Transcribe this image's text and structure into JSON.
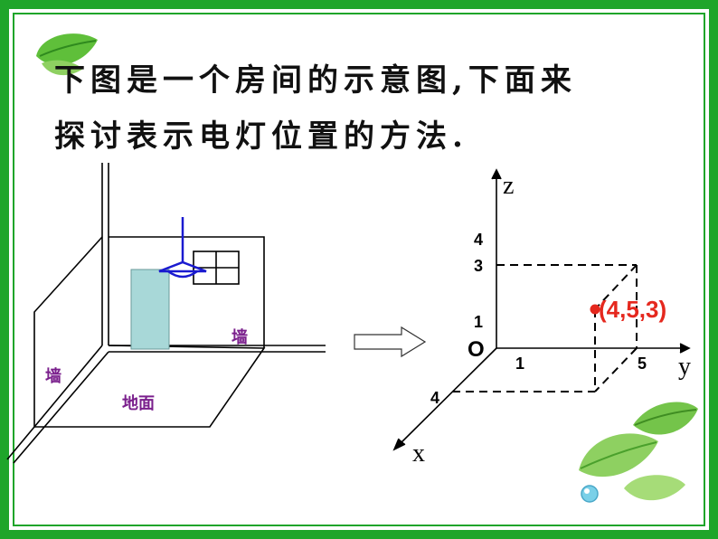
{
  "colors": {
    "frame": "#1fa52a",
    "accent": "#e5281e",
    "wall_label": "#7a1f8c",
    "door": "#a8d8d8",
    "lamp": "#1a1ad0"
  },
  "title": {
    "line1": "下图是一个房间的示意图,下面来",
    "line2": "探讨表示电灯位置的方法."
  },
  "room": {
    "wall_left": "墙",
    "wall_right": "墙",
    "floor": "地面"
  },
  "axes": {
    "z": "z",
    "y": "y",
    "x": "x",
    "origin": "O",
    "z_ticks": [
      "4",
      "3",
      "1"
    ],
    "y_ticks": [
      "1",
      "5"
    ],
    "x_ticks": [
      "4"
    ],
    "point_label": "(4,5,3)"
  },
  "icons": [
    "leaf-icon",
    "arrow-right-icon",
    "leaf-decoration-icon"
  ]
}
